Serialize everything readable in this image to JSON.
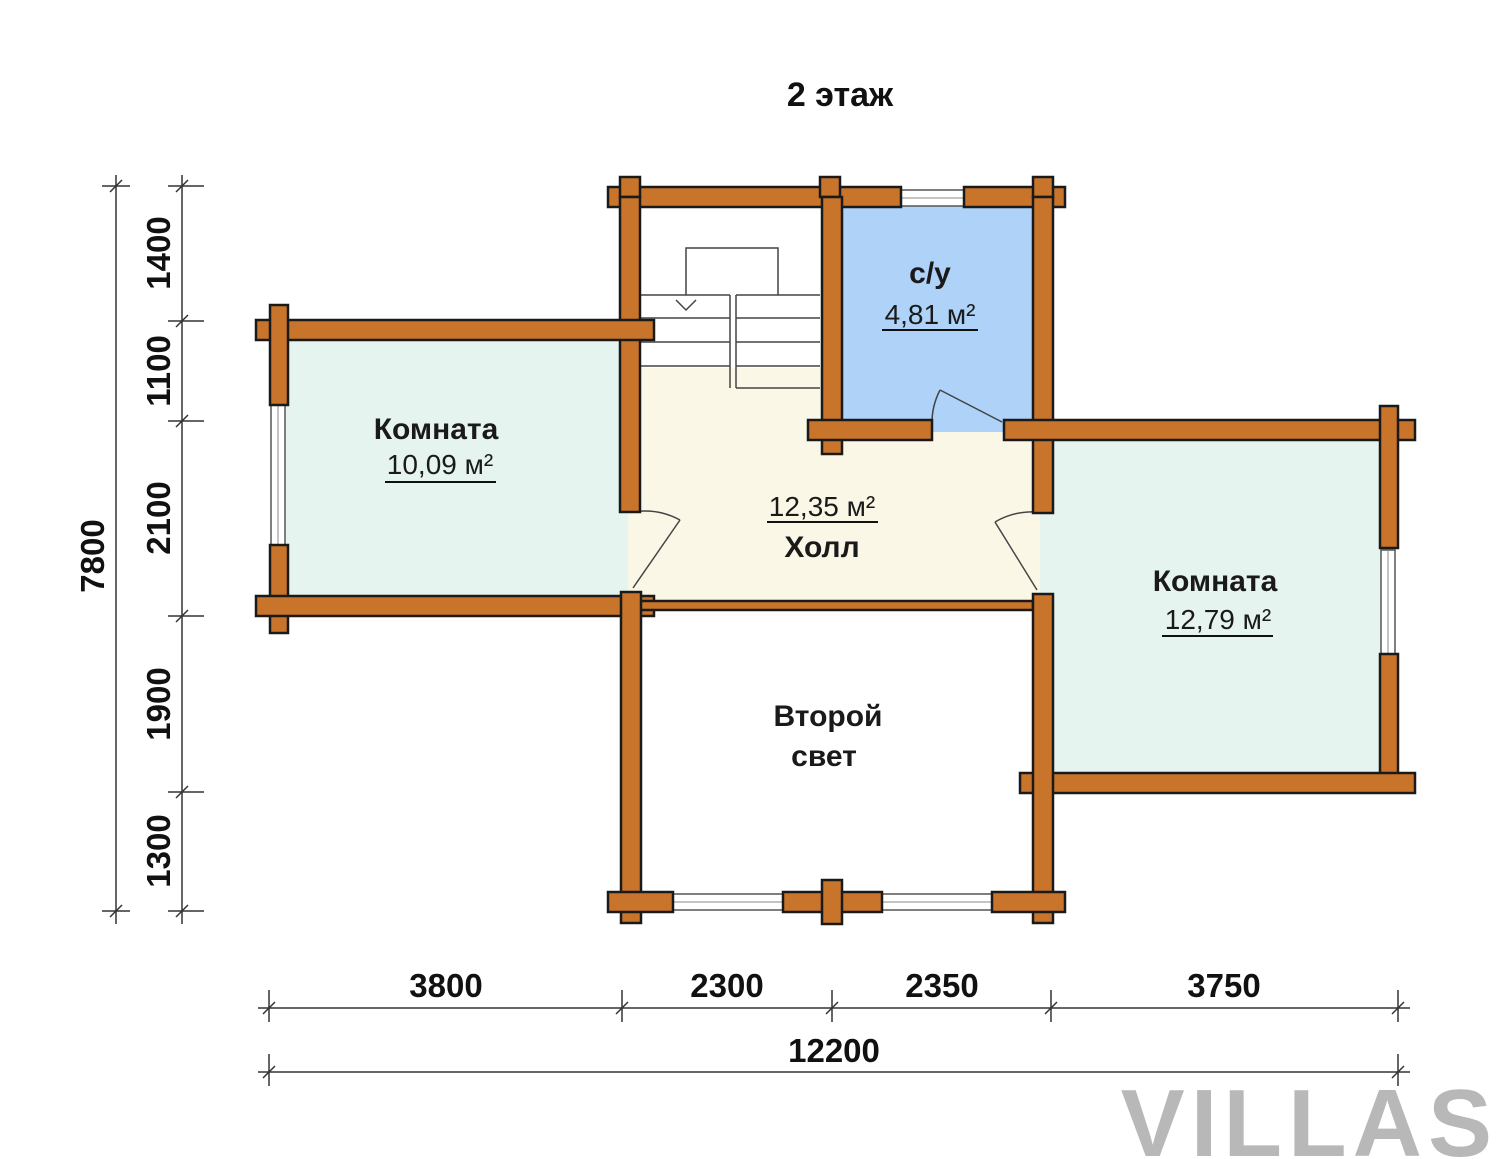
{
  "title": "2 этаж",
  "rooms": {
    "room_left": {
      "name": "Комната",
      "area": "10,09 м²"
    },
    "bathroom": {
      "name": "с/у",
      "area": "4,81 м²"
    },
    "hall": {
      "name": "Холл",
      "area": "12,35 м²"
    },
    "room_right": {
      "name": "Комната",
      "area": "12,79 м²"
    },
    "second_light": {
      "line1": "Второй",
      "line2": "свет"
    }
  },
  "dimensions": {
    "total_height": "7800",
    "height_segments": [
      "1400",
      "1100",
      "2100",
      "1900",
      "1300"
    ],
    "width_segments": [
      "3800",
      "2300",
      "2350",
      "3750"
    ],
    "total_width": "12200"
  },
  "logo": "VILLAS",
  "colors": {
    "wall": "#c8742a",
    "room_fill": "#e6f4ef",
    "hall_fill": "#fbf7e6",
    "bathroom_fill": "#aed2f8",
    "logo": "#b8b8b8"
  }
}
